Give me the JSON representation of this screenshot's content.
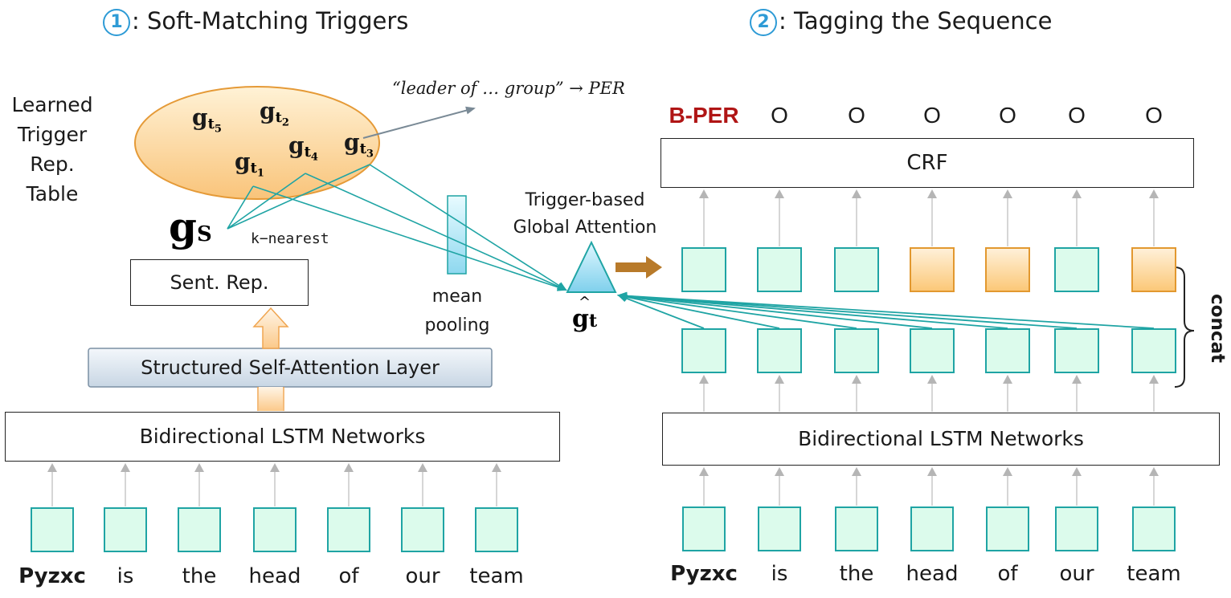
{
  "titles": {
    "step1_num": "1",
    "step1_text": ": Soft-Matching Triggers",
    "step2_num": "2",
    "step2_text": ": Tagging the Sequence"
  },
  "left": {
    "table_label": [
      "Learned",
      "Trigger",
      "Rep.",
      "Table"
    ],
    "triggers": [
      "g_t5",
      "g_t2",
      "g_t4",
      "g_t3",
      "g_t1"
    ],
    "rule_example": "“leader of … group” → PER",
    "gs_label": "g",
    "gs_sub": "S",
    "knearest": "k−nearest",
    "sent_rep": "Sent. Rep.",
    "self_attention": "Structured Self-Attention Layer",
    "lstm": "Bidirectional LSTM Networks",
    "mean_pooling": [
      "mean",
      "pooling"
    ],
    "tokens": [
      "Pyzxc",
      "is",
      "the",
      "head",
      "of",
      "our",
      "team"
    ]
  },
  "middle": {
    "attention_label": [
      "Trigger-based",
      "Global Attention"
    ],
    "ghat_label": "g",
    "ghat_sub": "t"
  },
  "right": {
    "tags": [
      "B-PER",
      "O",
      "O",
      "O",
      "O",
      "O",
      "O"
    ],
    "crf": "CRF",
    "top_cells": [
      "green",
      "green",
      "green",
      "orange",
      "orange",
      "green",
      "orange"
    ],
    "concat": "concat",
    "lstm": "Bidirectional LSTM Networks",
    "tokens": [
      "Pyzxc",
      "is",
      "the",
      "head",
      "of",
      "our",
      "team"
    ]
  },
  "colors": {
    "teal": "#1fa4a4",
    "tag_highlight": "#b01515",
    "circle": "#2e9bd6",
    "arrow_brown": "#b87a2a"
  }
}
